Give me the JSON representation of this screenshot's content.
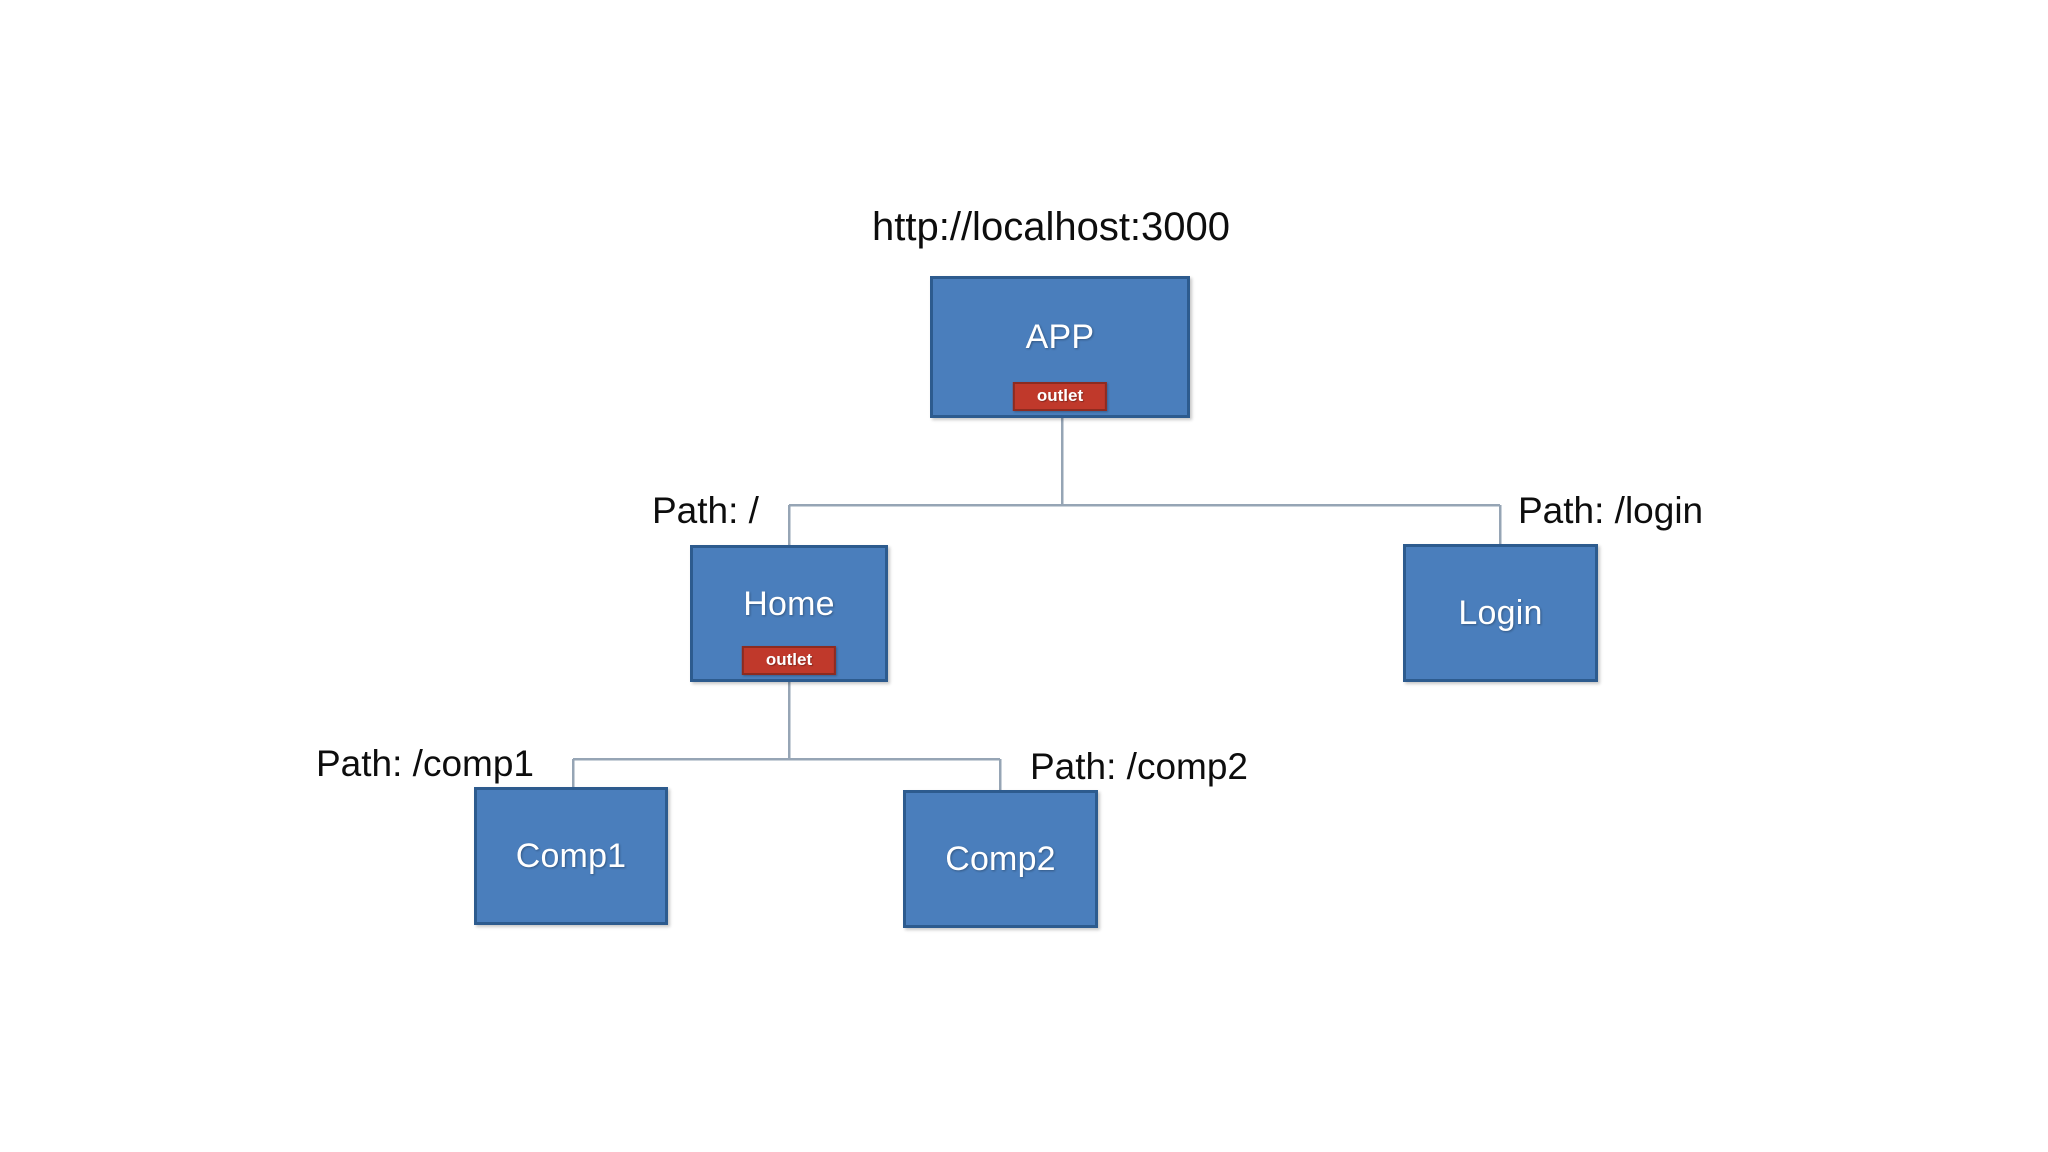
{
  "diagram": {
    "title": "http://localhost:3000",
    "type": "routing-tree",
    "colors": {
      "node_fill": "#4a7ebc",
      "node_border": "#2d5b8e",
      "node_text": "#ffffff",
      "outlet_fill": "#c0392b",
      "outlet_border": "#8d2b20",
      "connector": "#96a5b5",
      "background": "#ffffff",
      "text": "#0d0d0d"
    },
    "nodes": [
      {
        "id": "app",
        "label": "APP",
        "outlet": "outlet",
        "has_outlet": true,
        "path": null
      },
      {
        "id": "home",
        "label": "Home",
        "outlet": "outlet",
        "has_outlet": true,
        "path": "Path: /"
      },
      {
        "id": "login",
        "label": "Login",
        "outlet": null,
        "has_outlet": false,
        "path": "Path: /login"
      },
      {
        "id": "comp1",
        "label": "Comp1",
        "outlet": null,
        "has_outlet": false,
        "path": "Path: /comp1"
      },
      {
        "id": "comp2",
        "label": "Comp2",
        "outlet": null,
        "has_outlet": false,
        "path": "Path: /comp2"
      }
    ],
    "edges": [
      {
        "from": "app",
        "to": "home",
        "label": "Path: /"
      },
      {
        "from": "app",
        "to": "login",
        "label": "Path: /login"
      },
      {
        "from": "home",
        "to": "comp1",
        "label": "Path: /comp1"
      },
      {
        "from": "home",
        "to": "comp2",
        "label": "Path: /comp2"
      }
    ],
    "labels": {
      "path_root": "Path: /",
      "path_login": "Path: /login",
      "path_comp1": "Path: /comp1",
      "path_comp2": "Path: /comp2"
    }
  }
}
